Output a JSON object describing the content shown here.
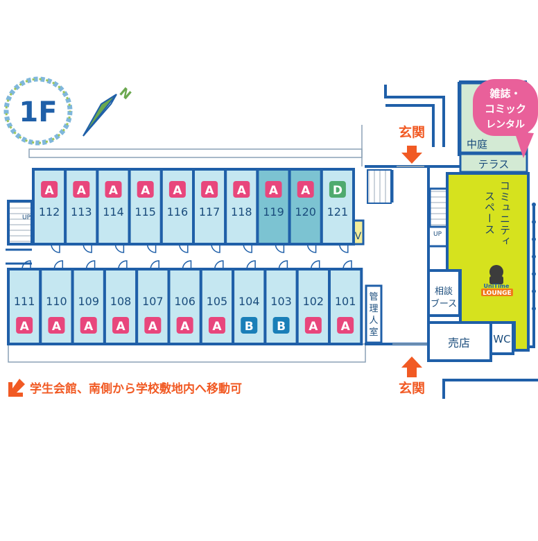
{
  "floor": {
    "label": "1F",
    "north_letter": "N"
  },
  "colors": {
    "wall": "#1f5fa8",
    "room_fill": "#c5e7f1",
    "room_fill_dark": "#7cc3d2",
    "type_a": "#e8467c",
    "type_b": "#1a7fb8",
    "type_d": "#4faa6e",
    "lounge": "#d6e21e",
    "courtyard": "#d3ead4",
    "accent": "#f15a24",
    "callout": "#e9609a"
  },
  "top_rooms": [
    {
      "number": "112",
      "type": "A"
    },
    {
      "number": "113",
      "type": "A"
    },
    {
      "number": "114",
      "type": "A"
    },
    {
      "number": "115",
      "type": "A"
    },
    {
      "number": "116",
      "type": "A"
    },
    {
      "number": "117",
      "type": "A"
    },
    {
      "number": "118",
      "type": "A"
    },
    {
      "number": "119",
      "type": "A",
      "highlight": true
    },
    {
      "number": "120",
      "type": "A",
      "highlight": true
    },
    {
      "number": "121",
      "type": "D"
    }
  ],
  "bottom_rooms": [
    {
      "number": "111",
      "type": "A"
    },
    {
      "number": "110",
      "type": "A"
    },
    {
      "number": "109",
      "type": "A"
    },
    {
      "number": "108",
      "type": "A"
    },
    {
      "number": "107",
      "type": "A"
    },
    {
      "number": "106",
      "type": "A"
    },
    {
      "number": "105",
      "type": "A"
    },
    {
      "number": "104",
      "type": "B"
    },
    {
      "number": "103",
      "type": "B"
    },
    {
      "number": "102",
      "type": "A"
    },
    {
      "number": "101",
      "type": "A"
    }
  ],
  "labels": {
    "ev": "EV",
    "up_left": "UP",
    "up_right": "UP",
    "manager_room": [
      "管",
      "理",
      "人",
      "室"
    ],
    "entrance_top": "玄関",
    "entrance_bottom": "玄関",
    "courtyard": "中庭",
    "terrace": "テラス",
    "community_space": [
      "コミュニティ",
      "スペース"
    ],
    "consultation_booth": [
      "相談",
      "ブース"
    ],
    "shop": "売店",
    "wc": "WC",
    "lounge_logo_small": "UniTime",
    "lounge_logo_big": "LOUNGE"
  },
  "callout": [
    "雑誌・",
    "コミック",
    "レンタル"
  ],
  "note": "学生会館、南側から学校敷地内へ移動可"
}
